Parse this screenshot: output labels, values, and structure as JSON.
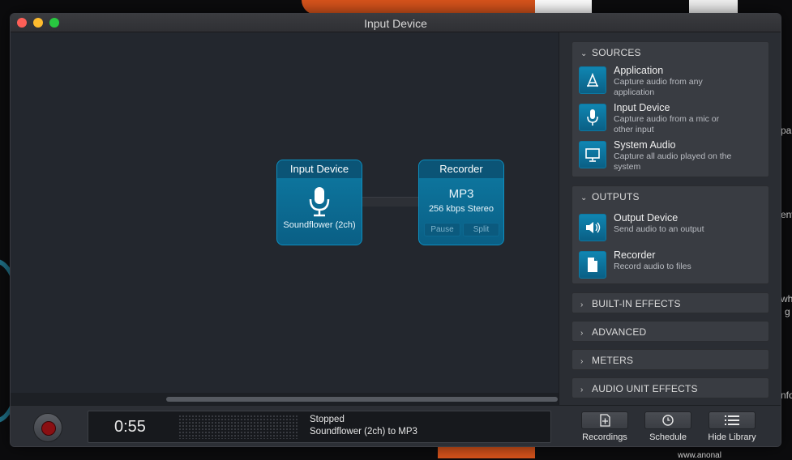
{
  "window": {
    "title": "Input Device"
  },
  "desktop_text": [
    "pa",
    "env",
    "whi",
    "g",
    "nfo",
    "www.anonal"
  ],
  "canvas": {
    "input_node": {
      "title": "Input Device",
      "device": "Soundflower (2ch)",
      "icon": "microphone-icon"
    },
    "recorder_node": {
      "title": "Recorder",
      "format": "MP3",
      "quality": "256 kbps Stereo",
      "pause_label": "Pause",
      "split_label": "Split"
    }
  },
  "panel": {
    "sources": {
      "header": "SOURCES",
      "items": [
        {
          "title": "Application",
          "desc": "Capture audio from any application",
          "icon": "application-icon"
        },
        {
          "title": "Input Device",
          "desc": "Capture audio from a mic or other input",
          "icon": "microphone-icon"
        },
        {
          "title": "System Audio",
          "desc": "Capture all audio played on the system",
          "icon": "monitor-icon"
        }
      ]
    },
    "outputs": {
      "header": "OUTPUTS",
      "items": [
        {
          "title": "Output Device",
          "desc": "Send audio to an output",
          "icon": "speaker-icon"
        },
        {
          "title": "Recorder",
          "desc": "Record audio to files",
          "icon": "file-icon"
        }
      ]
    },
    "collapsed": [
      "BUILT-IN EFFECTS",
      "ADVANCED",
      "METERS",
      "AUDIO UNIT EFFECTS"
    ]
  },
  "bottombar": {
    "elapsed": "0:55",
    "status": "Stopped",
    "status_detail": "Soundflower (2ch) to MP3",
    "recordings_label": "Recordings",
    "schedule_label": "Schedule",
    "hide_library_label": "Hide Library"
  },
  "colors": {
    "accent": "#0a6f99",
    "record": "#8a0f12"
  }
}
